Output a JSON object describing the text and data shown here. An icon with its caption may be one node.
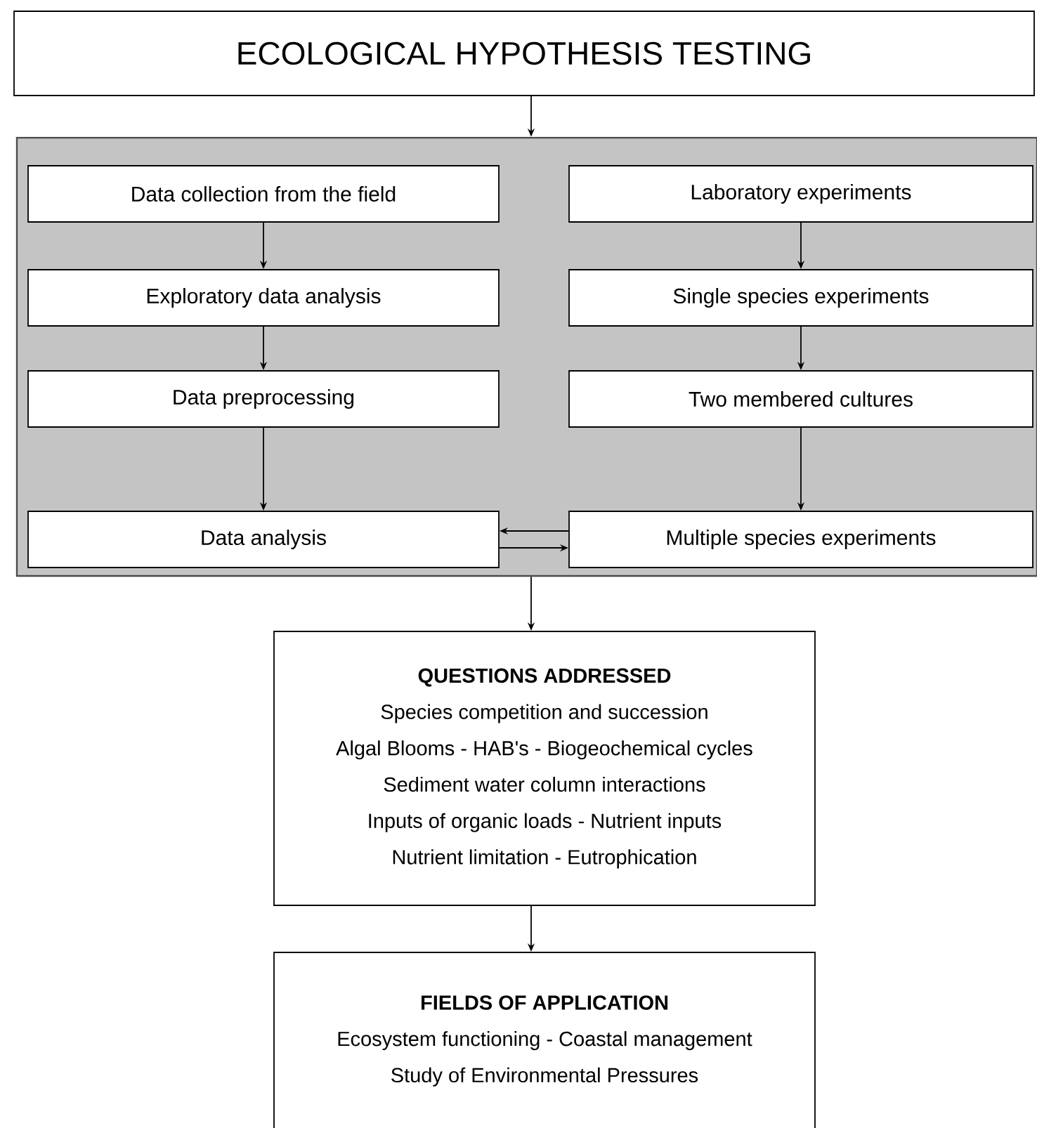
{
  "diagram": {
    "nodes": [
      {
        "text": [
          "ECOLOGICAL HYPOTHESIS TESTING"
        ]
      },
      {
        "text": [],
        "shape": "box"
      },
      {
        "text": [
          "Data collection from the field"
        ],
        "in": 1
      },
      {
        "text": [
          "Laboratory experiments"
        ],
        "in": 1
      },
      {
        "text": [
          "Exploratory data analysis"
        ],
        "in": 1
      },
      {
        "text": [
          "Single species experiments"
        ],
        "in": 1
      },
      {
        "text": [
          "Data preprocessing"
        ],
        "in": 1
      },
      {
        "text": [
          "Two membered cultures"
        ],
        "in": 1
      },
      {
        "text": [
          "Data analysis"
        ],
        "in": 1
      },
      {
        "text": [
          "Multiple species experiments"
        ],
        "in": 1
      },
      {
        "text": [
          "QUESTIONS ADDRESSED",
          "Species competition and succession",
          "Algal Blooms - HAB's - Biogeochemical cycles",
          "Sediment water column interactions",
          "Inputs of organic loads - Nutrient inputs",
          "Nutrient limitation - Eutrophication"
        ]
      },
      {
        "text": [
          "FIELDS OF APPLICATION",
          "Ecosystem functioning - Coastal management",
          "Study of Environmental Pressures"
        ]
      }
    ],
    "edges": [
      {
        "from": 0,
        "to": 1,
        "arrow": "to"
      },
      {
        "from": 2,
        "to": 4,
        "arrow": "to"
      },
      {
        "from": 4,
        "to": 6,
        "arrow": "to"
      },
      {
        "from": 6,
        "to": 8,
        "arrow": "to"
      },
      {
        "from": 3,
        "to": 5,
        "arrow": "to"
      },
      {
        "from": 5,
        "to": 7,
        "arrow": "to"
      },
      {
        "from": 7,
        "to": 9,
        "arrow": "to"
      },
      {
        "from": 9,
        "to": 8,
        "arrow": "to"
      },
      {
        "from": 8,
        "to": 9,
        "arrow": "to"
      },
      {
        "from": 1,
        "to": 10,
        "arrow": "to"
      },
      {
        "from": 10,
        "to": 11,
        "arrow": "to"
      }
    ]
  }
}
